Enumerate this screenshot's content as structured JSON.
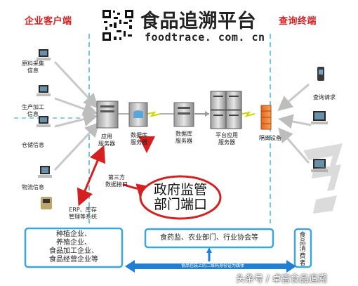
{
  "header": {
    "left_title": "企业客户端",
    "right_title": "查询终端",
    "brand_title": "食品追溯平台",
    "brand_url": "foodtrace. com. cn"
  },
  "client_nodes": [
    {
      "label": "原料采集\n信息"
    },
    {
      "label": "生产加工\n信息"
    },
    {
      "label": "仓储信息"
    },
    {
      "label": "物流信息"
    }
  ],
  "erp_label": "ERP、库存\n管理等系统",
  "servers": {
    "app_server": "应用\n服务器",
    "db_server_1": "数据库\n服务器",
    "db_server_2": "数据库\n服务器",
    "platform_server": "平台应用\n服务器",
    "gateway": "隔离设备"
  },
  "third_party_label": "第三方\n数据接口",
  "query_label": "查询请求",
  "government_label": "政府监管\n部门端口",
  "bottom": {
    "left_box": "种植企业、\n养殖企业、\n食品加工企业、\n食品经营企业等",
    "middle_box": "食药监、农业部门、行业协会等",
    "right_box": "食品消费者",
    "arrow_text": "食品包装上的二维码身份证为媒体"
  },
  "watermark": "头条号 / 卓宫食品追溯",
  "colors": {
    "red": "#d42020",
    "blue_box": "#3aa6dc",
    "arrow_blue": "#1e7fd4",
    "gray_arrow": "#c4c4c4",
    "dash": "#46b4d2"
  }
}
